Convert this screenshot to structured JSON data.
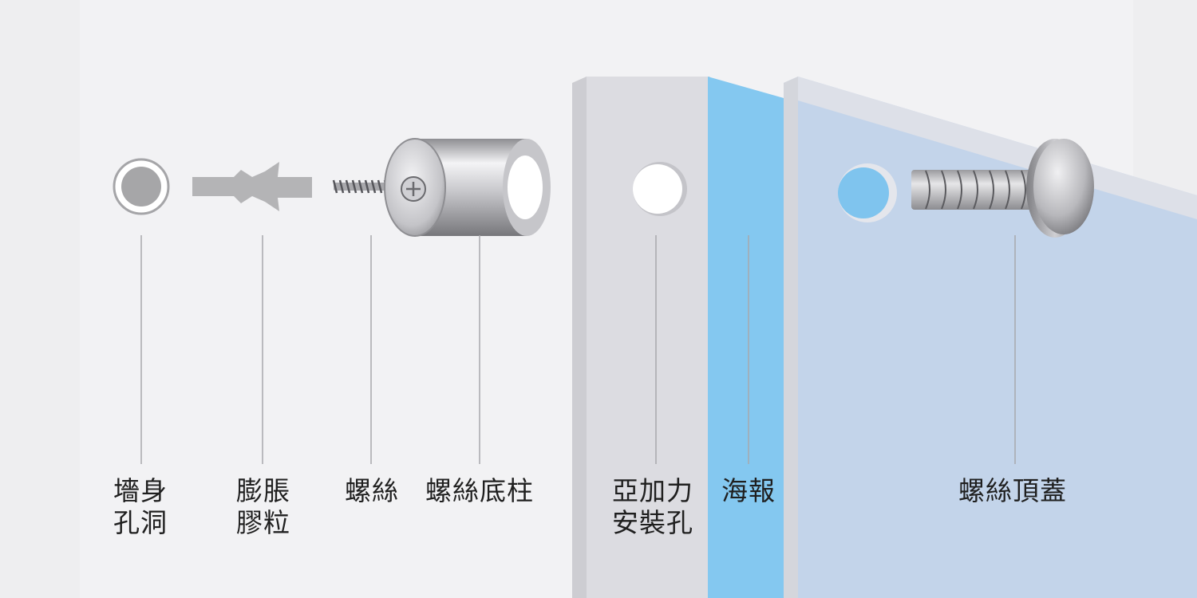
{
  "colors": {
    "background": "#eeeef0",
    "acrylic_panel": "#dcdce0",
    "poster": "#84c8f0",
    "front_acrylic": "#bfd3ea",
    "leader_line": "#a8a8ac",
    "part_gray": "#b4b4b6",
    "label_text": "#1f1f1f"
  },
  "labels": {
    "wall_hole": [
      "墻身",
      "孔洞"
    ],
    "anchor": [
      "膨脹",
      "膠粒"
    ],
    "screw": [
      "螺絲"
    ],
    "standoff_base": [
      "螺絲底柱"
    ],
    "acrylic_hole": [
      "亞加力",
      "安裝孔"
    ],
    "poster": [
      "海報"
    ],
    "screw_cap": [
      "螺絲頂蓋"
    ]
  }
}
